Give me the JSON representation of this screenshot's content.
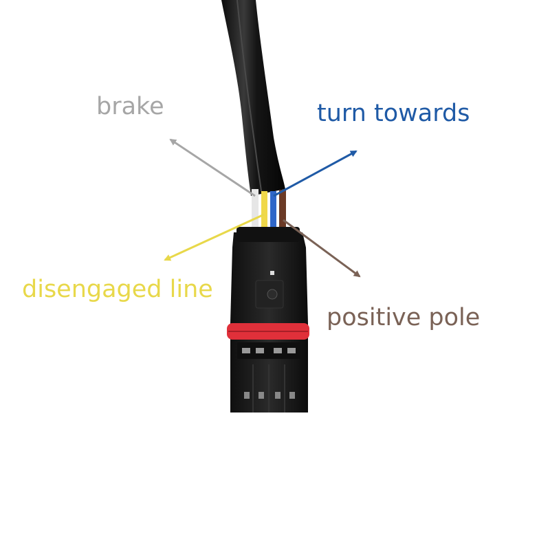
{
  "labels": {
    "brake": {
      "text": "brake",
      "color": "#a6a6a6"
    },
    "turn_towards": {
      "text": "turn towards",
      "color": "#1f5aa6"
    },
    "disengaged_line": {
      "text": "disengaged line",
      "color": "#e8d84a"
    },
    "positive_pole": {
      "text": "positive pole",
      "color": "#7a6256"
    }
  },
  "wire_colors": {
    "cable_jacket": "#1a1a1a",
    "white_wire": "#e6e6e6",
    "yellow_wire": "#f0d84a",
    "blue_wire": "#2f66c8",
    "brown_wire": "#6b3a26",
    "seal_ring": "#e0303a",
    "connector_body": "#1b1b1b"
  }
}
